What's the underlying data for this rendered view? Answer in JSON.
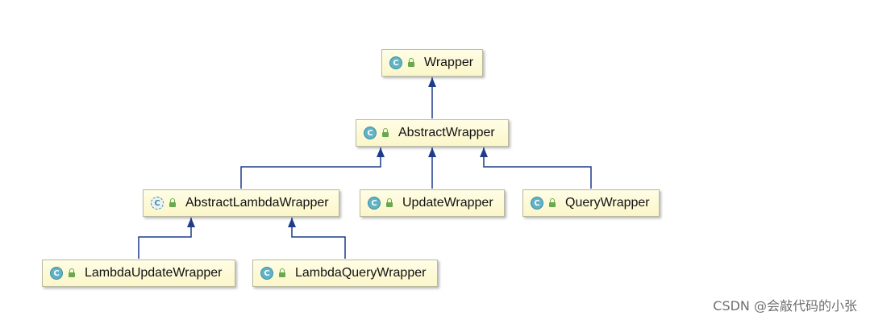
{
  "diagram": {
    "nodes": [
      {
        "id": "wrapper",
        "label": "Wrapper",
        "icon": "class-icon"
      },
      {
        "id": "abstract-wrapper",
        "label": "AbstractWrapper",
        "icon": "class-icon"
      },
      {
        "id": "abstract-lambda-wrapper",
        "label": "AbstractLambdaWrapper",
        "icon": "abstract-class-icon"
      },
      {
        "id": "update-wrapper",
        "label": "UpdateWrapper",
        "icon": "class-icon"
      },
      {
        "id": "query-wrapper",
        "label": "QueryWrapper",
        "icon": "class-icon"
      },
      {
        "id": "lambda-update-wrapper",
        "label": "LambdaUpdateWrapper",
        "icon": "class-icon"
      },
      {
        "id": "lambda-query-wrapper",
        "label": "LambdaQueryWrapper",
        "icon": "class-icon"
      }
    ],
    "edges": [
      {
        "from": "abstract-wrapper",
        "to": "wrapper"
      },
      {
        "from": "abstract-lambda-wrapper",
        "to": "abstract-wrapper"
      },
      {
        "from": "update-wrapper",
        "to": "abstract-wrapper"
      },
      {
        "from": "query-wrapper",
        "to": "abstract-wrapper"
      },
      {
        "from": "lambda-update-wrapper",
        "to": "abstract-lambda-wrapper"
      },
      {
        "from": "lambda-query-wrapper",
        "to": "abstract-lambda-wrapper"
      }
    ],
    "edge_color": "#1f3c8a",
    "node_icon_glyph": "C",
    "lock_icon": "lock-icon"
  },
  "watermark": "CSDN @会敲代码的小张"
}
